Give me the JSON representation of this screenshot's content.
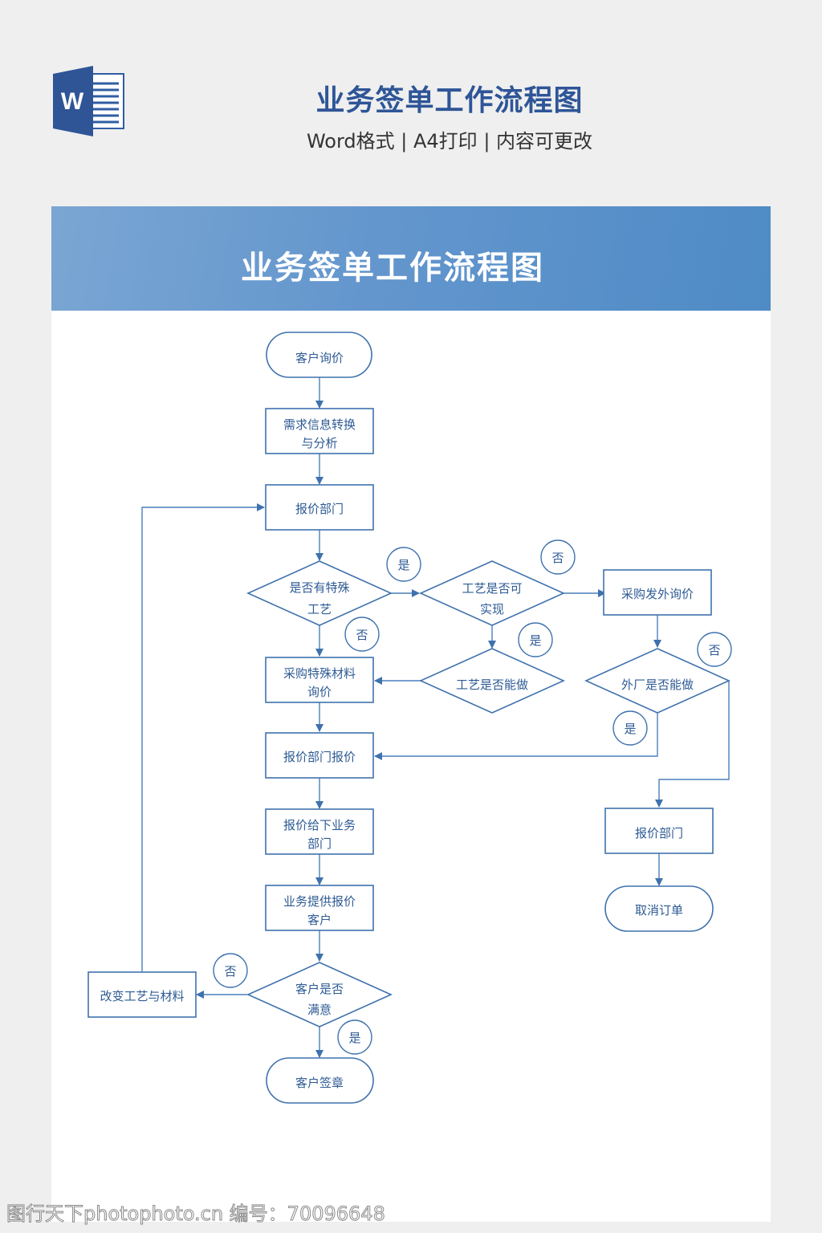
{
  "header": {
    "icon": "word-document-icon",
    "icon_letter": "W",
    "title": "业务签单工作流程图",
    "subtitle": "Word格式 | A4打印 | 内容可更改"
  },
  "banner": {
    "title": "业务签单工作流程图"
  },
  "flowchart": {
    "nodes": {
      "start": "客户询价",
      "analysis": [
        "需求信息转换",
        "与分析"
      ],
      "quote_dept": "报价部门",
      "special_process": [
        "是否有特殊",
        "工艺"
      ],
      "process_feasible": [
        "工艺是否可",
        "实现"
      ],
      "outsource_inquiry": "采购发外询价",
      "process_can_do": "工艺是否能做",
      "special_material": [
        "采购特殊材料",
        "询价"
      ],
      "external_can_do": "外厂是否能做",
      "quote_dept_quote": "报价部门报价",
      "quote_to_sales": [
        "报价给下业务",
        "部门"
      ],
      "sales_to_customer": [
        "业务提供报价",
        "客户"
      ],
      "customer_satisfied": [
        "客户是否",
        "满意"
      ],
      "change_process": "改变工艺与材料",
      "customer_sign": "客户签章",
      "quote_dept_right": "报价部门",
      "cancel_order": "取消订单"
    },
    "labels": {
      "yes": "是",
      "no": "否"
    }
  },
  "watermark": "图行天下photophoto.cn 编号：70096648"
}
